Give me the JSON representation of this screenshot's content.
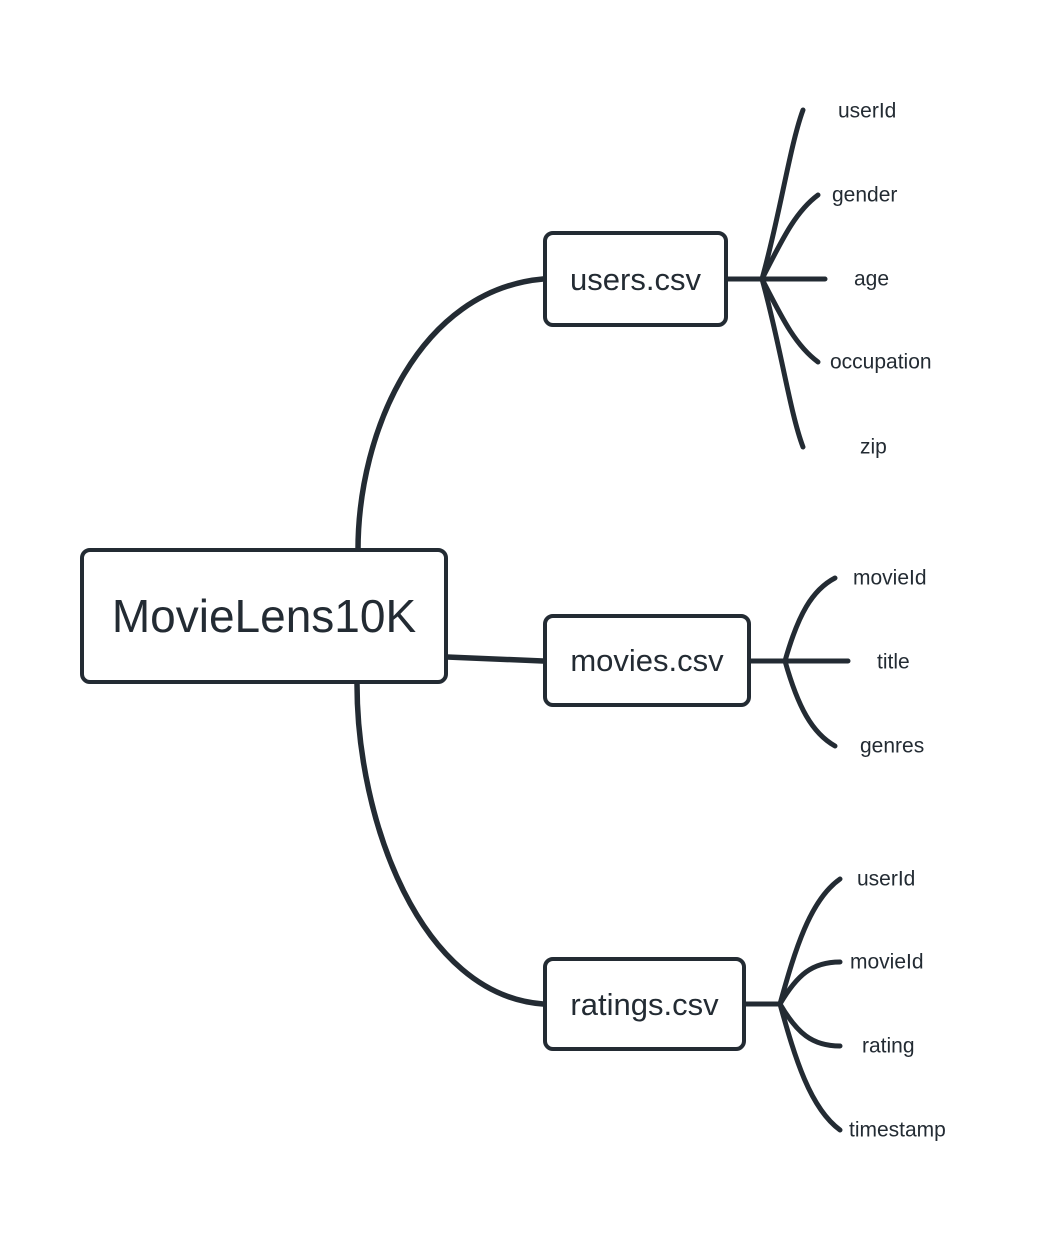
{
  "diagram": {
    "type": "mindmap",
    "background_color": "#ffffff",
    "stroke_color": "#232b33",
    "text_color": "#232b33",
    "root": {
      "label": "MovieLens10K"
    },
    "branches": [
      {
        "id": "users",
        "label": "users.csv",
        "leaves": [
          {
            "label": "userId"
          },
          {
            "label": "gender"
          },
          {
            "label": "age"
          },
          {
            "label": "occupation"
          },
          {
            "label": "zip"
          }
        ]
      },
      {
        "id": "movies",
        "label": "movies.csv",
        "leaves": [
          {
            "label": "movieId"
          },
          {
            "label": "title"
          },
          {
            "label": "genres"
          }
        ]
      },
      {
        "id": "ratings",
        "label": "ratings.csv",
        "leaves": [
          {
            "label": "userId"
          },
          {
            "label": "movieId"
          },
          {
            "label": "rating"
          },
          {
            "label": "timestamp"
          }
        ]
      }
    ]
  }
}
